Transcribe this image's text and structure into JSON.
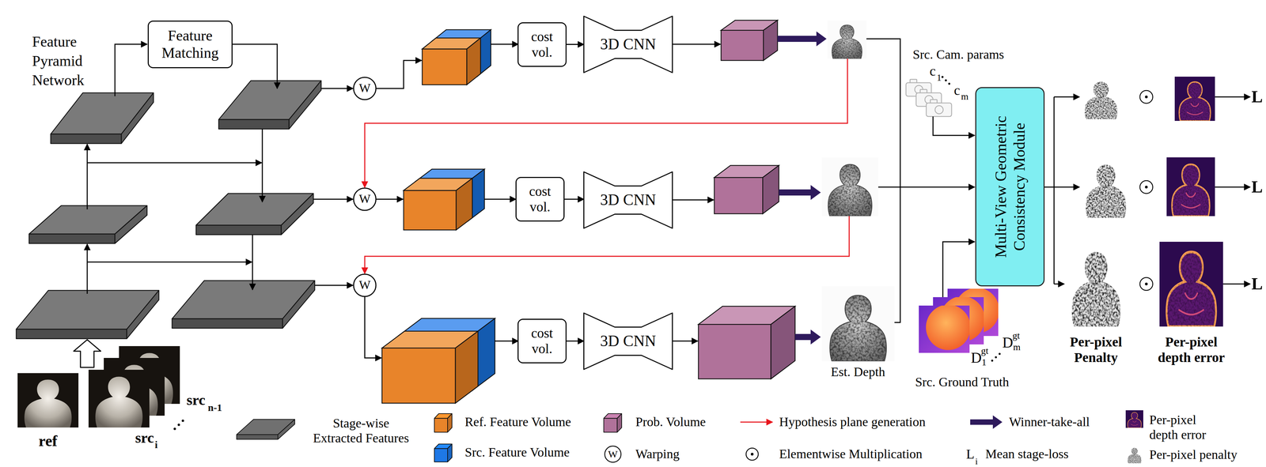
{
  "diagram": {
    "nodes": [
      {
        "text": [
          "Feature Matching"
        ]
      },
      {
        "text": [
          "W"
        ]
      },
      {
        "text": [
          "cost vol."
        ]
      },
      {
        "text": [
          "3D CNN"
        ]
      },
      {
        "text": [
          "W"
        ]
      },
      {
        "text": [
          "cost vol."
        ]
      },
      {
        "text": [
          "3D CNN"
        ]
      },
      {
        "text": [
          "W"
        ]
      },
      {
        "text": [
          "cost vol."
        ]
      },
      {
        "text": [
          "3D CNN"
        ]
      },
      {
        "text": [
          "Multi-View Geometric Consistency Module"
        ]
      }
    ],
    "edges": [
      {
        "from": 2,
        "to": 3,
        "arrow": "to"
      },
      {
        "from": 5,
        "to": 6,
        "arrow": "to"
      },
      {
        "from": 8,
        "to": 9,
        "arrow": "to"
      }
    ],
    "labels": [
      "Feature Pyramid Network",
      "Src. Cam. params",
      "c",
      "1",
      "c",
      "m",
      "L",
      "Est. Depth",
      "L",
      "L",
      "D",
      "gt",
      "m",
      "D",
      "gt",
      "1",
      "Src. Ground Truth",
      "Per-pixel Penalty",
      "Per-pixel depth error",
      "src",
      "n-1",
      "ref",
      "src",
      "i",
      "W",
      "L",
      "i"
    ],
    "legend": [
      {
        "text": "Stage-wise Extracted Features",
        "color": "#707070"
      },
      {
        "text": "Ref. Feature Volume",
        "color": "#e8842a"
      },
      {
        "text": "Src. Feature Volume",
        "color": "#1e78e6"
      },
      {
        "text": "Prob. Volume",
        "color": "#b0729a"
      },
      {
        "text": "Warping"
      },
      {
        "text": "Hypothesis plane generation"
      },
      {
        "text": "Elementwise Multiplication"
      },
      {
        "text": "Winner-take-all"
      },
      {
        "text": "Mean stage-loss"
      },
      {
        "text": "Per-pixel depth error"
      },
      {
        "text": "Per-pixel penalty"
      }
    ]
  }
}
